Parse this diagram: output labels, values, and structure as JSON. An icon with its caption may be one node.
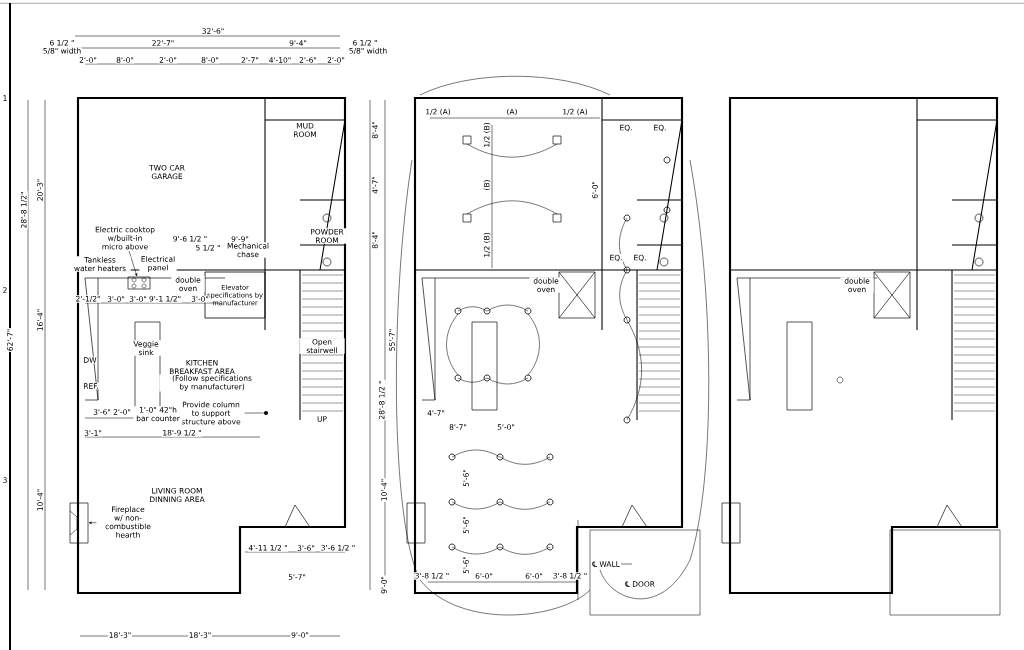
{
  "diagram": {
    "nodes": [
      {
        "text": [
          "Electric cooktop w/built-in micro above"
        ]
      },
      {
        "text": [
          "Fireplace w/ non-combustible hearth"
        ]
      },
      {
        "text": [
          "Provide column to support structure above"
        ]
      },
      {
        "text": [],
        "shape": "box"
      },
      {
        "text": [],
        "shape": "box"
      },
      {
        "text": [],
        "shape": "circle"
      },
      {
        "text": [
          "Elevator specifications by manufacturer"
        ]
      }
    ],
    "edges": [
      {
        "from": 0,
        "to": 3,
        "arrow": "to"
      },
      {
        "from": 1,
        "to": 4,
        "arrow": "to"
      },
      {
        "from": 2,
        "to": 5,
        "arrow": "none"
      }
    ],
    "labels": [
      "1",
      "2",
      "3",
      "32'-6\"",
      "6 1/2 \"",
      "22'-7\"",
      "9'-4\"",
      "6 1/2 \"",
      "5/8\" width",
      "5/8\" width",
      "2'-0\"",
      "8'-0\"",
      "2'-0\"",
      "8'-0\"",
      "2'-7\"",
      "4'-10\"",
      "2'-6\"",
      "2'-0\"",
      "TWO CAR GARAGE",
      "MUD ROOM",
      "POWDER ROOM",
      "Tankless water heaters",
      "Electrical panel",
      "9'-6 1/2 \"",
      "9'-9\"",
      "5 1/2 \"",
      "Mechanical chase",
      "double oven",
      "2'-1/2\"",
      "3'-0\"",
      "3'-0\"",
      "9'-1 1/2\"",
      "3'-0\"",
      "Veggie sink",
      "DW",
      "REF.",
      "KITCHEN BREAKFAST AREA",
      "(Follow specifications by manufacturer)",
      "Open stairwell",
      "UP",
      "3'-6\"",
      "2'-0\"",
      "1'-0\" 42\"h bar counter",
      "3'-1\"",
      "18'-9 1/2 \"",
      "LIVING ROOM DINNING AREA",
      "4'-11 1/2 \"",
      "3'-6\"",
      "3'-6 1/2 \"",
      "5'-7\"",
      "18'-3\"",
      "18'-3\"",
      "9'-0\"",
      "20'-3\"",
      "28'-8 1/2\"",
      "16'-4\"",
      "62'-7\"",
      "10'-4\"",
      "8'-4\"",
      "4'-7\"",
      "8'-4\"",
      "55'-7\"",
      "28'-8 1/2 \"",
      "10'-4\"",
      "9'-0\"",
      "1/2 (A)",
      "(A)",
      "1/2 (A)",
      "1/2 (B)",
      "(B)",
      "1/2 (B)",
      "EQ.",
      "EQ.",
      "6'-0\"",
      "EQ.",
      "EQ.",
      "double oven",
      "4'-7\"",
      "8'-7\"",
      "5'-0\"",
      "5'-6\"",
      "5'-6\"",
      "5'-6\"",
      "3'-8 1/2 \"",
      "6'-0\"",
      "6'-0\"",
      "3'-8 1/2 \"",
      "℄ WALL",
      "℄ DOOR",
      "double oven"
    ]
  }
}
